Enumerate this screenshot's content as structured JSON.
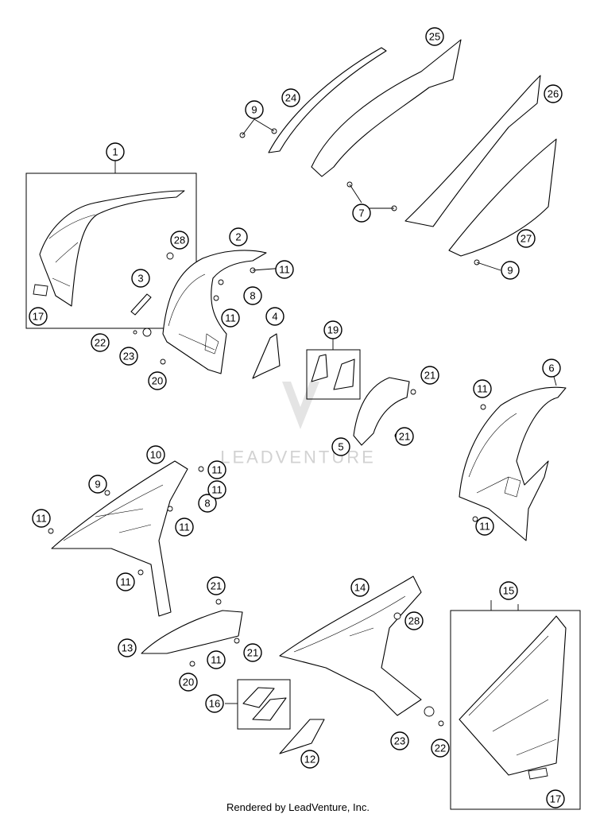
{
  "footer_text": "Rendered by LeadVenture, Inc.",
  "watermark_text": "LEADVENTURE",
  "callouts": [
    {
      "label": "1"
    },
    {
      "label": "2"
    },
    {
      "label": "3"
    },
    {
      "label": "4"
    },
    {
      "label": "5"
    },
    {
      "label": "6"
    },
    {
      "label": "7"
    },
    {
      "label": "8"
    },
    {
      "label": "8"
    },
    {
      "label": "9"
    },
    {
      "label": "9"
    },
    {
      "label": "9"
    },
    {
      "label": "10"
    },
    {
      "label": "11"
    },
    {
      "label": "11"
    },
    {
      "label": "11"
    },
    {
      "label": "11"
    },
    {
      "label": "11"
    },
    {
      "label": "11"
    },
    {
      "label": "11"
    },
    {
      "label": "11"
    },
    {
      "label": "11"
    },
    {
      "label": "11"
    },
    {
      "label": "12"
    },
    {
      "label": "13"
    },
    {
      "label": "14"
    },
    {
      "label": "15"
    },
    {
      "label": "16"
    },
    {
      "label": "17"
    },
    {
      "label": "17"
    },
    {
      "label": "19"
    },
    {
      "label": "20"
    },
    {
      "label": "20"
    },
    {
      "label": "21"
    },
    {
      "label": "21"
    },
    {
      "label": "21"
    },
    {
      "label": "21"
    },
    {
      "label": "22"
    },
    {
      "label": "22"
    },
    {
      "label": "23"
    },
    {
      "label": "23"
    },
    {
      "label": "24"
    },
    {
      "label": "25"
    },
    {
      "label": "26"
    },
    {
      "label": "27"
    },
    {
      "label": "28"
    },
    {
      "label": "28"
    }
  ]
}
